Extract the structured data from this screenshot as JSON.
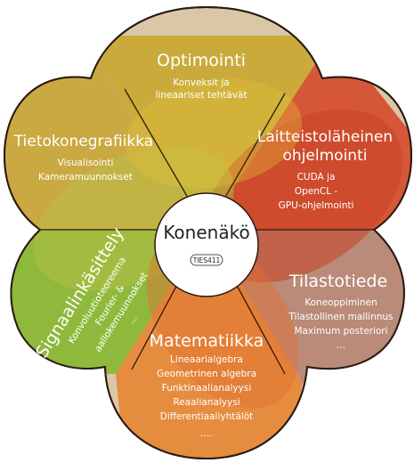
{
  "center": {
    "title": "Konenäkö",
    "course_code": "TIES411"
  },
  "sectors": [
    {
      "id": "optimointi",
      "title": "Optimointi",
      "lines": [
        "Konveksit ja",
        "lineaariset tehtävät"
      ]
    },
    {
      "id": "laitteisto",
      "title": [
        "Laitteistoläheinen",
        "ohjelmointi"
      ],
      "lines": [
        "CUDA ja",
        "OpenCL -",
        "GPU-ohjelmointi"
      ]
    },
    {
      "id": "tilastotiede",
      "title": "Tilastotiede",
      "lines": [
        "Koneoppiminen",
        "Tilastollinen mallinnus",
        "Maximum posteriori",
        "..."
      ]
    },
    {
      "id": "matematiikka",
      "title": "Matematiikka",
      "lines": [
        "Lineaarialgebra",
        "Geometrinen algebra",
        "Funktinaalianalyysi",
        "Reaalianalyysi",
        "Differentiaaliyhtälöt",
        "...."
      ]
    },
    {
      "id": "signaali",
      "title": "Signaalinkäsittely",
      "lines": [
        "Konvoluutioteoreema",
        "Fourier- &",
        "aallokemuunnokset",
        "..."
      ]
    },
    {
      "id": "grafiikka",
      "title": "Tietokonegrafiikka",
      "lines": [
        "Visualisointi",
        "Kameramuunnokset"
      ]
    }
  ],
  "colors": {
    "outline": "#2a1a12",
    "optimointi": "#c6a528",
    "laitteisto": "#d54a2a",
    "tilastotiede": "#b58472",
    "matematiikka": "#e58533",
    "signaali": "#86b730",
    "grafiikka": "#c9a536",
    "center_fill": "#ffffff"
  }
}
